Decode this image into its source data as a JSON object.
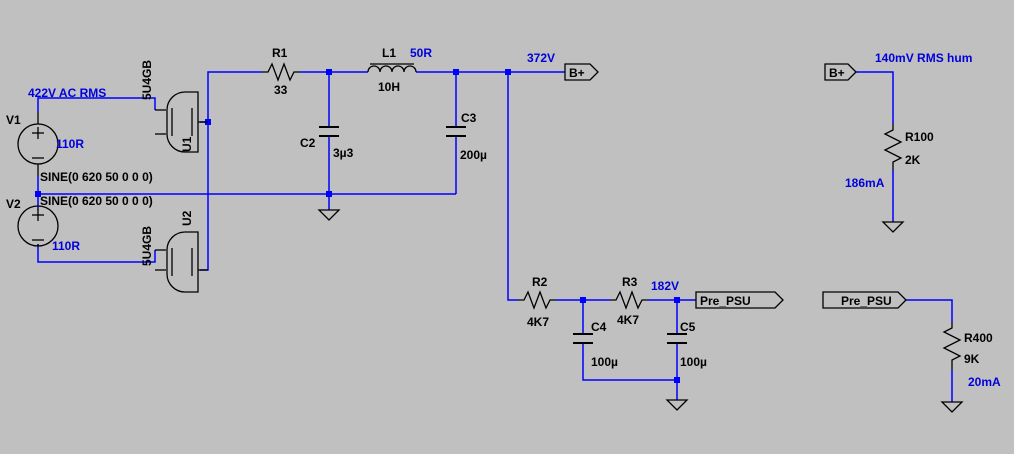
{
  "sources": {
    "v1": {
      "name": "V1",
      "resistance": "110R",
      "function": "SINE(0 620 50 0 0 0)"
    },
    "v2": {
      "name": "V2",
      "resistance": "110R",
      "function": "SINE(0 620 50 0 0 0)"
    },
    "ac_annotation": "422V AC RMS"
  },
  "rectifiers": {
    "u1": {
      "name": "U1",
      "model": "5U4GB"
    },
    "u2": {
      "name": "U2",
      "model": "5U4GB"
    }
  },
  "filter": {
    "r1": {
      "name": "R1",
      "value": "33"
    },
    "l1": {
      "name": "L1",
      "value": "10H",
      "resistance": "50R"
    },
    "c2": {
      "name": "C2",
      "value": "3µ3"
    },
    "c3": {
      "name": "C3",
      "value": "200µ"
    },
    "b_plus_voltage": "372V"
  },
  "pre_psu": {
    "r2": {
      "name": "R2",
      "value": "4K7"
    },
    "r3": {
      "name": "R3",
      "value": "4K7"
    },
    "c4": {
      "name": "C4",
      "value": "100µ"
    },
    "c5": {
      "name": "C5",
      "value": "100µ"
    },
    "voltage": "182V"
  },
  "loads": {
    "r100": {
      "name": "R100",
      "value": "2K",
      "current": "186mA"
    },
    "r400": {
      "name": "R400",
      "value": "9K",
      "current": "20mA"
    },
    "hum_annotation": "140mV RMS hum"
  },
  "net_labels": {
    "b_plus": "B+",
    "pre_psu": "Pre_PSU"
  },
  "colors": {
    "background": "#c0c0c0",
    "wire": "#0000ff",
    "component": "#000000",
    "annotation": "#0000dd"
  }
}
